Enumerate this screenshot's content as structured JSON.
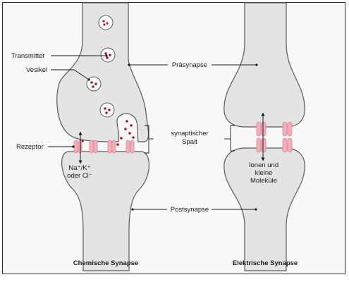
{
  "labels": {
    "transmitter": "Transmitter",
    "vesikel": "Vesikel",
    "rezeptor": "Rezeptor",
    "praesynapse": "Präsynapse",
    "spalt_line1": "synaptischer",
    "spalt_line2": "Spalt",
    "postsynapse": "Postsynapse",
    "ions_chem_line1": "Na⁺/K⁺",
    "ions_chem_line2": "oder Cl⁻",
    "ions_elec_line1": "Ionen und",
    "ions_elec_line2": "kleine",
    "ions_elec_line3": "Moleküle"
  },
  "titles": {
    "chemical": "Chemische Synapse",
    "electrical": "Elektrische Synapse"
  },
  "colors": {
    "cell": "#e4e4e4",
    "cell_stroke": "#5a5a5a",
    "receptor": "#f2aebc",
    "receptor_stroke": "#d98a9c",
    "transmitter": "#b0172e"
  }
}
